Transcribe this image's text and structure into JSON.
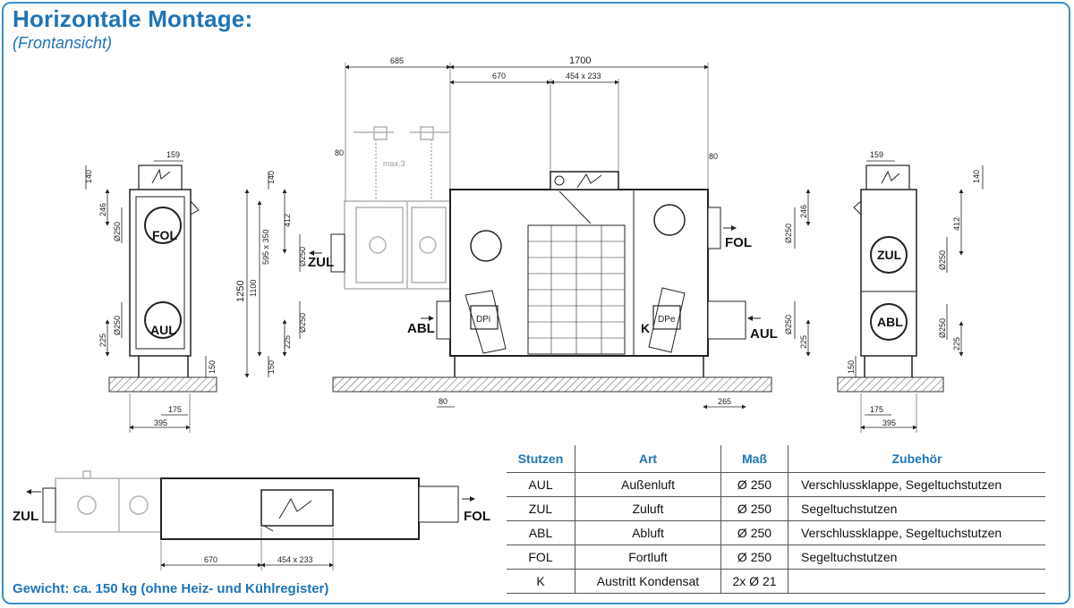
{
  "header": {
    "title": "Horizontale Montage:",
    "subtitle": "(Frontansicht)"
  },
  "footer": {
    "weight_note": "Gewicht: ca. 150 kg (ohne Heiz- und Kühlregister)"
  },
  "diagram": {
    "dims_top": {
      "d685": "685",
      "d1700": "1700",
      "d670": "670",
      "d454x233": "454 x 233",
      "d80a": "80",
      "d80b": "80",
      "max3": "max.3"
    },
    "dims_left_view": {
      "d159": "159",
      "d140": "140",
      "d246": "246",
      "d250a": "Ø250",
      "d250b": "Ø250",
      "d225": "225",
      "d150": "150",
      "d175": "175",
      "d395": "395"
    },
    "dims_front_view": {
      "d1250": "1250",
      "d1100": "1100",
      "d595x350": "595 x 350",
      "d140": "140",
      "d412": "412",
      "d250a": "Ø250",
      "d250b": "Ø250",
      "d225": "225",
      "d150": "150",
      "d80": "80",
      "d265": "265",
      "d246r": "246",
      "d250r1": "Ø250",
      "d250r2": "Ø250",
      "d225r": "225"
    },
    "dims_right_view": {
      "d159": "159",
      "d140": "140",
      "d412": "412",
      "d250a": "Ø250",
      "d250b": "Ø250",
      "d225": "225",
      "d150": "150",
      "d175": "175",
      "d395": "395"
    },
    "dims_bottom_view": {
      "d670": "670",
      "d454x233": "454 x 233"
    },
    "labels": {
      "fol_left": "FOL",
      "aul_left": "AUL",
      "zul_front": "ZUL",
      "abl_front": "ABL",
      "fol_front": "FOL",
      "aul_front": "AUL",
      "k_front": "K",
      "dpi": "DPi",
      "dpe": "DPe",
      "zul_right": "ZUL",
      "abl_right": "ABL",
      "zul_bottom": "ZUL",
      "fol_bottom": "FOL"
    }
  },
  "table": {
    "headers": [
      "Stutzen",
      "Art",
      "Maß",
      "Zubehör"
    ],
    "rows": [
      [
        "AUL",
        "Außenluft",
        "Ø 250",
        "Verschlussklappe, Segeltuchstutzen"
      ],
      [
        "ZUL",
        "Zuluft",
        "Ø 250",
        "Segeltuchstutzen"
      ],
      [
        "ABL",
        "Abluft",
        "Ø 250",
        "Verschlussklappe, Segeltuchstutzen"
      ],
      [
        "FOL",
        "Fortluft",
        "Ø 250",
        "Segeltuchstutzen"
      ],
      [
        "K",
        "Austritt Kondensat",
        "2x Ø 21",
        ""
      ]
    ]
  },
  "colors": {
    "accent": "#1f74b6",
    "frame": "#3a8fc3",
    "line": "#222222",
    "ghost": "#b3b3b3",
    "floor": "#cccccc"
  }
}
